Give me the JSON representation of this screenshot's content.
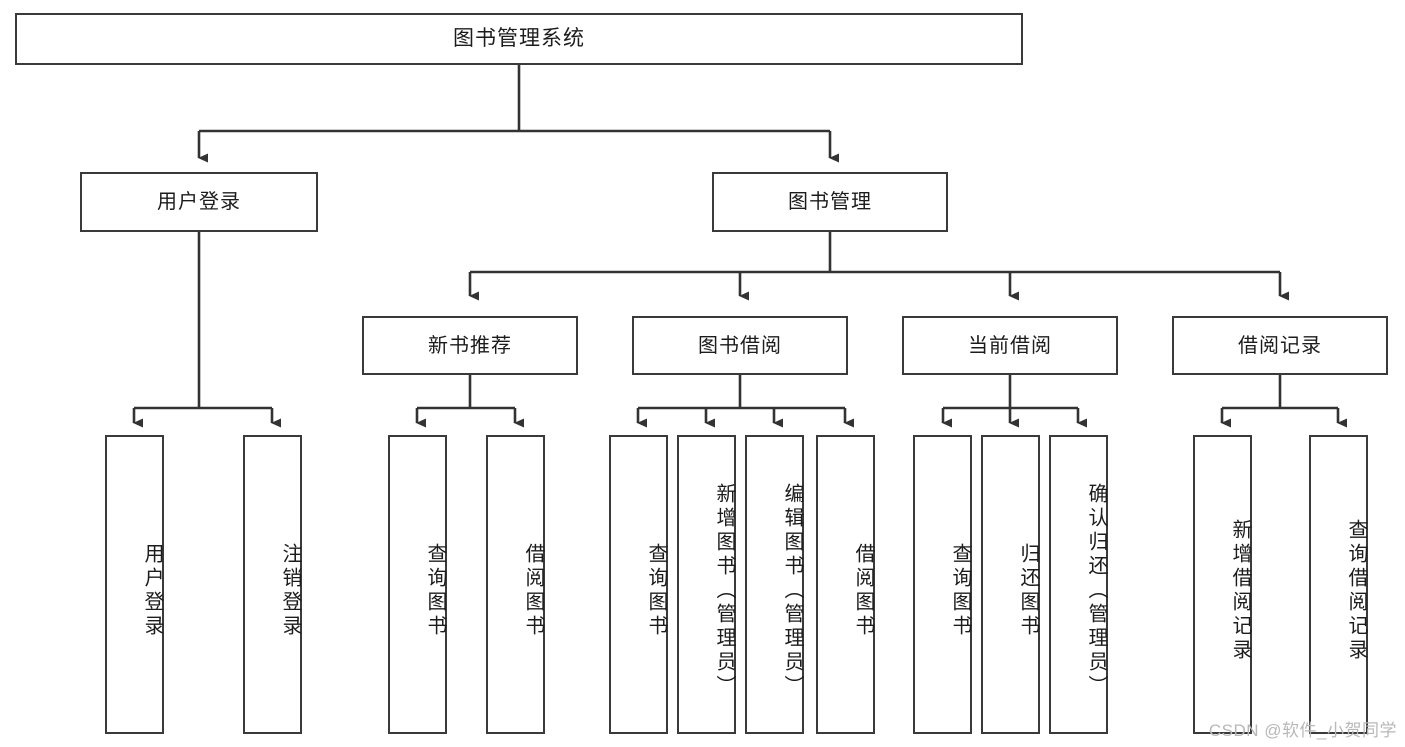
{
  "diagram": {
    "type": "tree-hierarchy",
    "title": "图书管理系统",
    "root": {
      "id": "root",
      "label": "图书管理系统"
    },
    "level2": [
      {
        "id": "user-login",
        "label": "用户登录"
      },
      {
        "id": "book-management",
        "label": "图书管理"
      }
    ],
    "level3": [
      {
        "id": "new-book-recommend",
        "label": "新书推荐",
        "parent": "book-management"
      },
      {
        "id": "book-borrow",
        "label": "图书借阅",
        "parent": "book-management"
      },
      {
        "id": "current-borrow",
        "label": "当前借阅",
        "parent": "book-management"
      },
      {
        "id": "borrow-record",
        "label": "借阅记录",
        "parent": "book-management"
      }
    ],
    "leaves": {
      "user-login": [
        {
          "id": "leaf-user-login",
          "label": "用户登录"
        },
        {
          "id": "leaf-logout-login",
          "label": "注销登录"
        }
      ],
      "new-book-recommend": [
        {
          "id": "leaf-query-book-1",
          "label": "查询图书"
        },
        {
          "id": "leaf-borrow-book-1",
          "label": "借阅图书"
        }
      ],
      "book-borrow": [
        {
          "id": "leaf-query-book-2",
          "label": "查询图书"
        },
        {
          "id": "leaf-add-book",
          "label": "新增图书（管理员）"
        },
        {
          "id": "leaf-edit-book",
          "label": "编辑图书（管理员）"
        },
        {
          "id": "leaf-borrow-book-2",
          "label": "借阅图书"
        }
      ],
      "current-borrow": [
        {
          "id": "leaf-query-book-3",
          "label": "查询图书"
        },
        {
          "id": "leaf-return-book",
          "label": "归还图书"
        },
        {
          "id": "leaf-confirm-return",
          "label": "确认归还（管理员）"
        }
      ],
      "borrow-record": [
        {
          "id": "leaf-add-record",
          "label": "新增借阅记录"
        },
        {
          "id": "leaf-query-record",
          "label": "查询借阅记录"
        }
      ]
    },
    "colors": {
      "box_border": "#3a3a3a",
      "box_fill": "#ffffff",
      "connector": "#333333",
      "text": "#1c1c1c",
      "watermark": "#b8b8b8"
    }
  },
  "watermark": {
    "text": "CSDN @软件_小贺同学"
  }
}
